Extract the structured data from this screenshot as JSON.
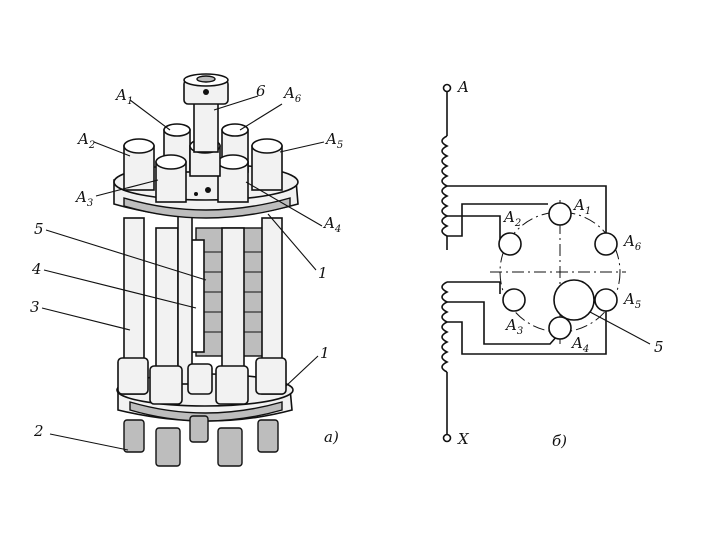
{
  "left_figure": {
    "caption": "а)",
    "labels": {
      "a1": {
        "base": "A",
        "sub": "1"
      },
      "a2": {
        "base": "A",
        "sub": "2"
      },
      "a3": {
        "base": "A",
        "sub": "3"
      },
      "a4": {
        "base": "A",
        "sub": "4"
      },
      "a5": {
        "base": "A",
        "sub": "5"
      },
      "a6": {
        "base": "A",
        "sub": "6"
      },
      "shaft": "6",
      "n1_top": "1",
      "n1_bottom": "1",
      "n2": "2",
      "n3": "3",
      "n4": "4",
      "n5": "5"
    }
  },
  "right_figure": {
    "caption": "б)",
    "terminal_top": "A",
    "terminal_bottom": "X",
    "labels": {
      "a1": {
        "base": "A",
        "sub": "1"
      },
      "a2": {
        "base": "A",
        "sub": "2"
      },
      "a3": {
        "base": "A",
        "sub": "3"
      },
      "a4": {
        "base": "A",
        "sub": "4"
      },
      "a5": {
        "base": "A",
        "sub": "5"
      },
      "a6": {
        "base": "A",
        "sub": "6"
      },
      "n5": "5"
    }
  }
}
